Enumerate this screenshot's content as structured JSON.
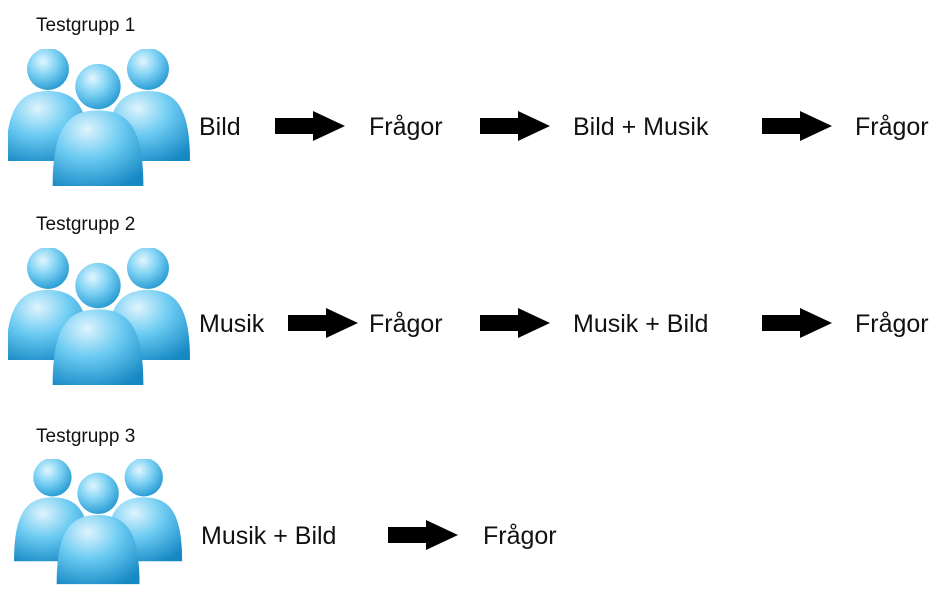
{
  "colors": {
    "people_light": "#bfe8fb",
    "people_mid": "#56c3f0",
    "people_dark": "#1a8fc9",
    "arrow": "#000000",
    "text": "#111111"
  },
  "icons": {
    "group": "people-group-icon",
    "arrow": "right-arrow-icon"
  },
  "groups": [
    {
      "label": "Testgrupp 1",
      "steps": [
        "Bild",
        "Frågor",
        "Bild + Musik",
        "Frågor"
      ]
    },
    {
      "label": "Testgrupp 2",
      "steps": [
        "Musik",
        "Frågor",
        "Musik + Bild",
        "Frågor"
      ]
    },
    {
      "label": "Testgrupp 3",
      "steps": [
        "Musik + Bild",
        "Frågor"
      ]
    }
  ]
}
